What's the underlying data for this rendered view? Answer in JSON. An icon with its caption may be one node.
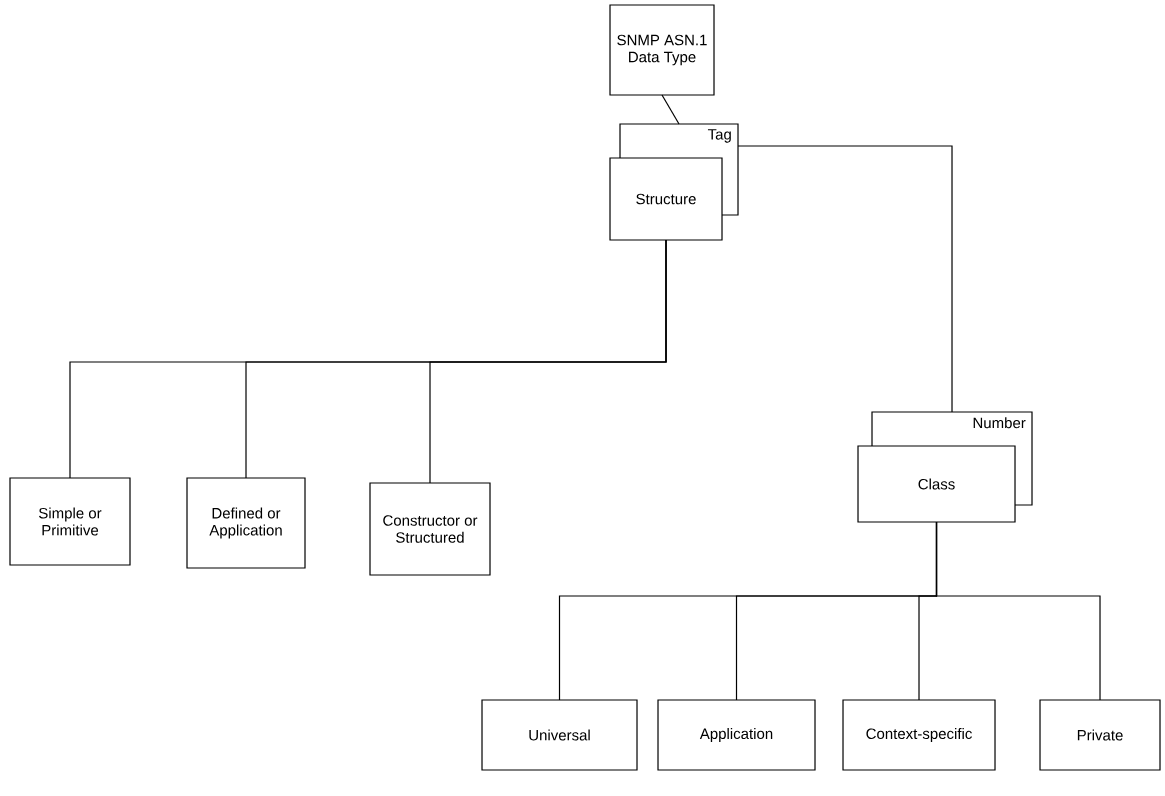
{
  "diagram": {
    "nodes": [
      {
        "text": [
          "SNMP ASN.1 Data Type"
        ]
      },
      {
        "text": [
          "Tag"
        ]
      },
      {
        "text": [
          "Structure"
        ]
      },
      {
        "text": [
          "Number"
        ]
      },
      {
        "text": [
          "Class"
        ]
      },
      {
        "text": [
          "Simple or Primitive"
        ]
      },
      {
        "text": [
          "Defined or Application"
        ]
      },
      {
        "text": [
          "Constructor or Structured"
        ]
      },
      {
        "text": [
          "Universal"
        ]
      },
      {
        "text": [
          "Application"
        ]
      },
      {
        "text": [
          "Context-specific"
        ]
      },
      {
        "text": [
          "Private"
        ]
      }
    ],
    "edges": [
      {
        "from": 0,
        "to": 1,
        "arrow": "none"
      },
      {
        "from": 1,
        "to": 3,
        "arrow": "none"
      },
      {
        "from": 2,
        "to": 5,
        "arrow": "none"
      },
      {
        "from": 2,
        "to": 6,
        "arrow": "none"
      },
      {
        "from": 2,
        "to": 7,
        "arrow": "none"
      },
      {
        "from": 4,
        "to": 8,
        "arrow": "none"
      },
      {
        "from": 4,
        "to": 9,
        "arrow": "none"
      },
      {
        "from": 4,
        "to": 10,
        "arrow": "none"
      },
      {
        "from": 4,
        "to": 11,
        "arrow": "none"
      }
    ]
  }
}
